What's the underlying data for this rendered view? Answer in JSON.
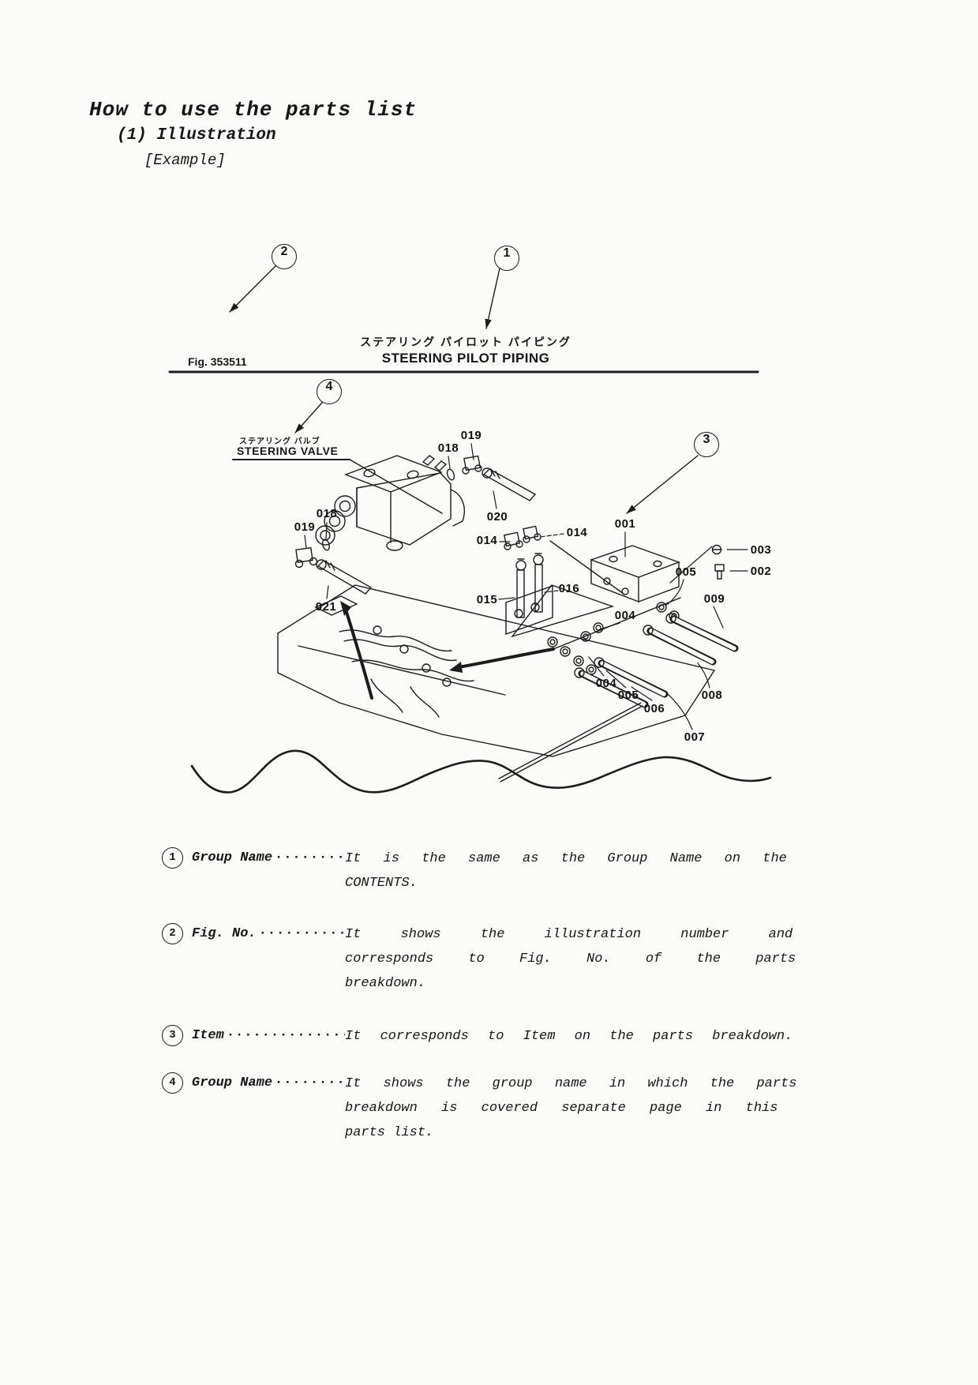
{
  "page": {
    "title": "How to use the parts list",
    "subtitle": "(1) Illustration",
    "example": "[Example]"
  },
  "figure": {
    "fig_no": "Fig. 353511",
    "title_jp": "ステアリング パイロット パイピング",
    "title_en": "STEERING PILOT PIPING",
    "valve_label_jp": "ステアリング バルブ",
    "valve_label_en": "STEERING VALVE",
    "callouts": [
      {
        "number": "1"
      },
      {
        "number": "2"
      },
      {
        "number": "3"
      },
      {
        "number": "4"
      }
    ],
    "part_labels": [
      {
        "text": "019"
      },
      {
        "text": "018"
      },
      {
        "text": "020"
      },
      {
        "text": "018"
      },
      {
        "text": "019"
      },
      {
        "text": "014"
      },
      {
        "text": "014"
      },
      {
        "text": "001"
      },
      {
        "text": "003"
      },
      {
        "text": "002"
      },
      {
        "text": "005"
      },
      {
        "text": "009"
      },
      {
        "text": "016"
      },
      {
        "text": "015"
      },
      {
        "text": "004"
      },
      {
        "text": "021"
      },
      {
        "text": "004"
      },
      {
        "text": "005"
      },
      {
        "text": "006"
      },
      {
        "text": "008"
      },
      {
        "text": "007"
      }
    ]
  },
  "notes": [
    {
      "num": "1",
      "term": "Group Name",
      "dots": "··············",
      "lines": [
        "It is the same as the Group Name on the",
        "CONTENTS."
      ]
    },
    {
      "num": "2",
      "term": "Fig. No.",
      "dots": "················",
      "lines": [
        "It shows the illustration number and",
        "corresponds to Fig. No. of the parts",
        "breakdown."
      ]
    },
    {
      "num": "3",
      "term": "Item",
      "dots": "························",
      "lines": [
        "It corresponds to Item on the parts breakdown."
      ]
    },
    {
      "num": "4",
      "term": "Group Name",
      "dots": "··············",
      "lines": [
        "It shows the group name in which the parts",
        "breakdown is  covered separate page in this",
        "parts list."
      ]
    }
  ]
}
